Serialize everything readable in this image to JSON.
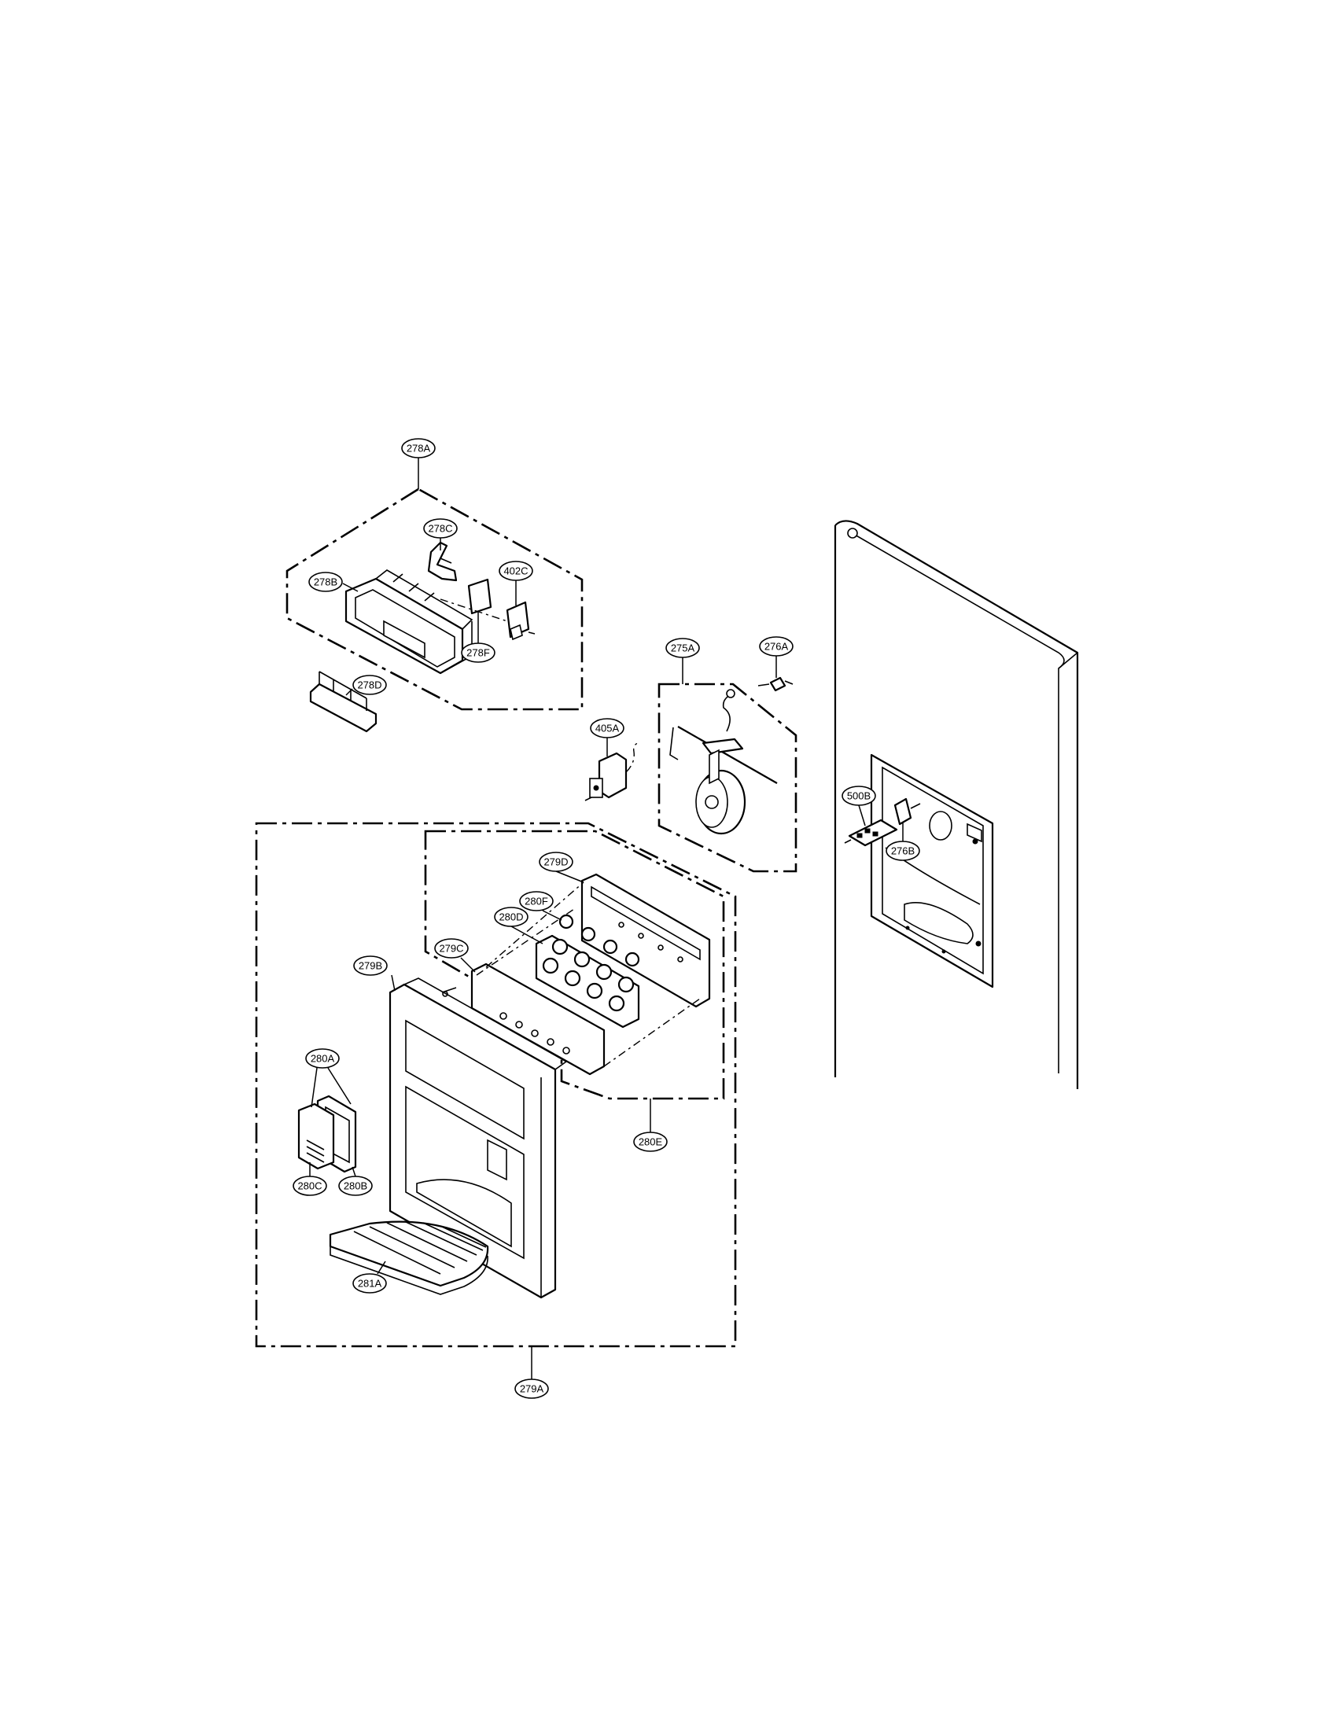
{
  "callouts": {
    "c278A": "278A",
    "c278C": "278C",
    "c402C": "402C",
    "c278B": "278B",
    "c278F": "278F",
    "c278D": "278D",
    "c275A": "275A",
    "c276A": "276A",
    "c405A": "405A",
    "c500B": "500B",
    "c276B": "276B",
    "c279D": "279D",
    "c280F": "280F",
    "c280D": "280D",
    "c279C": "279C",
    "c279B": "279B",
    "c280A": "280A",
    "c280C": "280C",
    "c280B": "280B",
    "c280E": "280E",
    "c281A": "281A",
    "c279A": "279A"
  }
}
